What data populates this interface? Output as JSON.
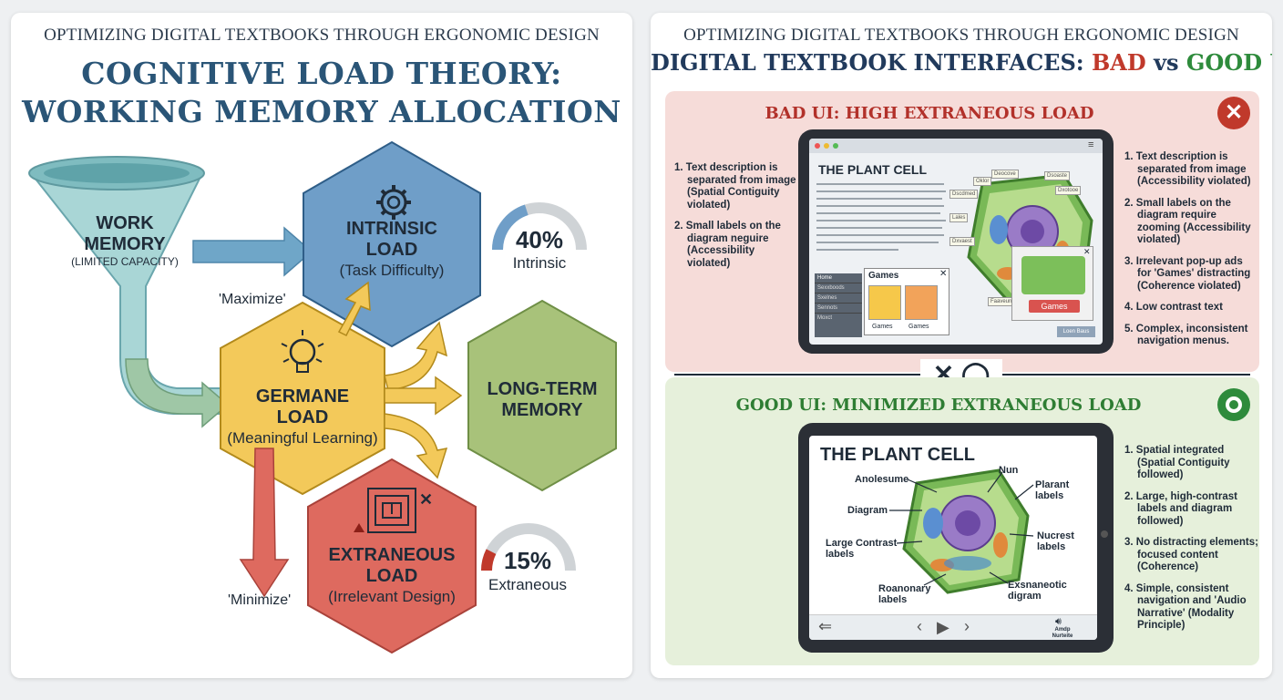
{
  "left": {
    "kicker": "OPTIMIZING DIGITAL TEXTBOOKS THROUGH ERGONOMIC DESIGN",
    "title_line1": "COGNITIVE LOAD THEORY:",
    "title_line2": "WORKING MEMORY ALLOCATION",
    "funnel": {
      "line1": "WORK",
      "line2": "MEMORY",
      "sub": "(LIMITED CAPACITY)"
    },
    "intrinsic": {
      "line1": "INTRINSIC",
      "line2": "LOAD",
      "sub": "(Task Difficulty)"
    },
    "germane": {
      "line1": "GERMANE",
      "line2": "LOAD",
      "sub": "(Meaningful Learning)"
    },
    "longterm": {
      "line1": "LONG-TERM",
      "line2": "MEMORY"
    },
    "extraneous": {
      "line1": "EXTRANEOUS",
      "line2": "LOAD",
      "sub": "(Irrelevant Design)"
    },
    "gauge_intrinsic": {
      "value": 40,
      "label_value": "40%",
      "label": "Intrinsic"
    },
    "gauge_extraneous": {
      "value": 15,
      "label_value": "15%",
      "label": "Extraneous"
    },
    "maximize": "'Maximize'",
    "minimize": "'Minimize'"
  },
  "right": {
    "kicker": "OPTIMIZING DIGITAL TEXTBOOKS THROUGH ERGONOMIC DESIGN",
    "title_a": "DIGITAL TEXTBOOK INTERFACES: ",
    "title_bad": "BAD",
    "title_vs": " vs ",
    "title_good": "GOOD UI",
    "bad": {
      "heading": "BAD UI: HIGH EXTRANEOUS LOAD",
      "left_list": [
        "1. Text description is separated from image (Spatial Contiguity violated)",
        "2. Small labels on the diagram neguire (Accessibility violated)"
      ],
      "right_list": [
        "1. Text description is separated from image (Accessibility violated)",
        "2. Small labels on the diagram require zooming (Accessibility violated)",
        "3. Irrelevant pop-up ads for 'Games' distracting (Coherence violated)",
        "4. Low contrast text",
        "5. Complex, inconsistent navigation menus."
      ],
      "screen_title": "THE PLANT CELL",
      "games_popup_title": "Games",
      "games_items": [
        "Games",
        "Games"
      ],
      "ad_button": "Games",
      "nav_items": [
        "Home",
        "Sexxboods",
        "Sxelnes",
        "Sennots",
        "Moxct"
      ],
      "bottom_button": "Loen Baus"
    },
    "good": {
      "heading": "GOOD UI: MINIMIZED EXTRANEOUS LOAD",
      "right_list": [
        "1. Spatial integrated (Spatial Contiguity followed)",
        "2. Large, high-contrast labels and diagram followed)",
        "3. No distracting elements; focused content (Coherence)",
        "4. Simple, consistent navigation and 'Audio Narrative' (Modality Principle)"
      ],
      "screen_title": "THE PLANT CELL",
      "labels": {
        "anolesume": "Anolesume",
        "nun": "Nun",
        "plarant": "Plarant labels",
        "diagram": "Diagram",
        "nucrest": "Nucrest labels",
        "large_contrast": "Large Contrast labels",
        "exsnaneotic": "Exsnaneotic digram",
        "roanonary": "Roanonary labels"
      },
      "audio_label": "Amdp Nurteite"
    },
    "colors": {
      "bad": "#c0392b",
      "good": "#2e8b3c",
      "navy": "#213a5c"
    }
  }
}
